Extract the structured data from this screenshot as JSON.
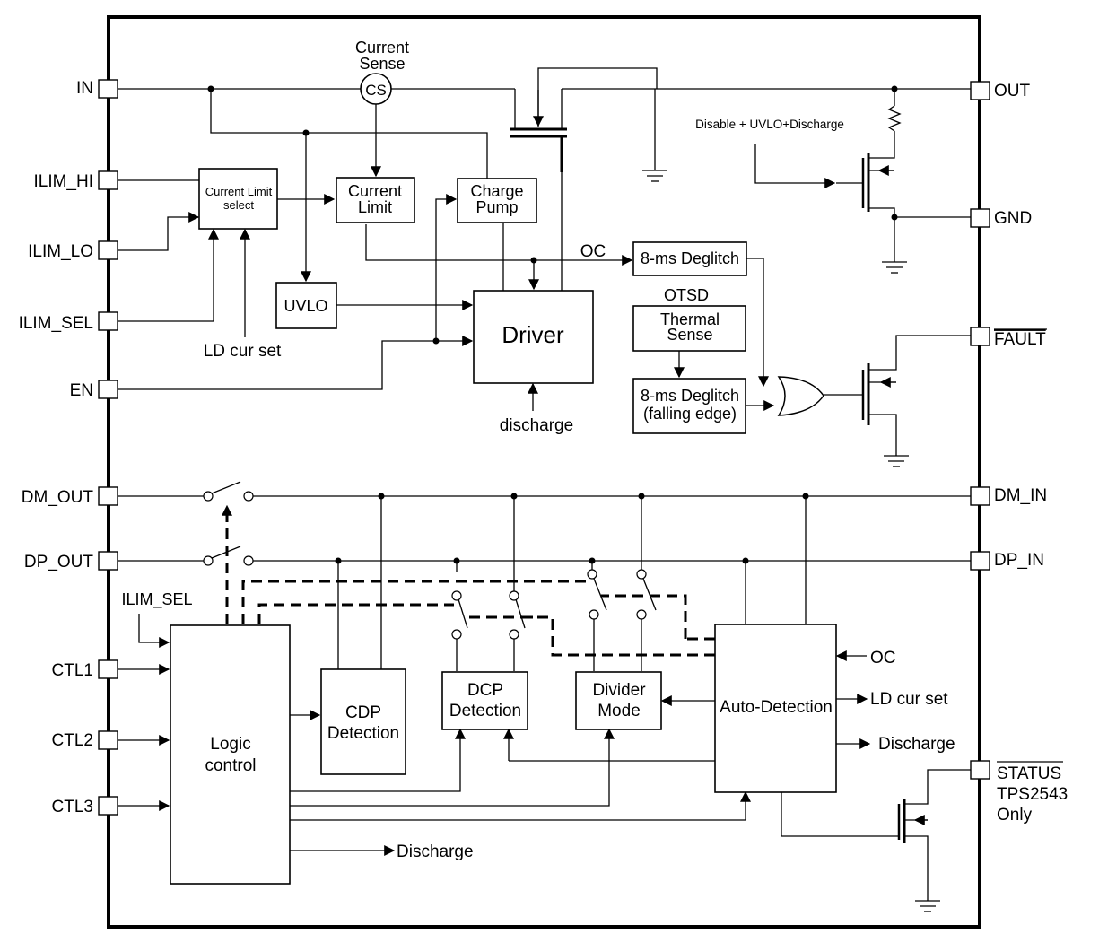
{
  "pins": {
    "in": "IN",
    "ilim_hi": "ILIM_HI",
    "ilim_lo": "ILIM_LO",
    "ilim_sel": "ILIM_SEL",
    "en": "EN",
    "dm_out": "DM_OUT",
    "dp_out": "DP_OUT",
    "ctl1": "CTL1",
    "ctl2": "CTL2",
    "ctl3": "CTL3",
    "out": "OUT",
    "gnd": "GND",
    "fault": "FAULT",
    "dm_in": "DM_IN",
    "dp_in": "DP_IN",
    "status": "STATUS"
  },
  "blocks": {
    "current_sense_line1": "Current",
    "current_sense_line2": "Sense",
    "cs": "CS",
    "current_limit_select_line1": "Current Limit",
    "current_limit_select_line2": "select",
    "current_limit_line1": "Current",
    "current_limit_line2": "Limit",
    "charge_pump_line1": "Charge",
    "charge_pump_line2": "Pump",
    "uvlo": "UVLO",
    "driver": "Driver",
    "deglitch_oc": "8-ms Deglitch",
    "otsd": "OTSD",
    "thermal_sense_line1": "Thermal",
    "thermal_sense_line2": "Sense",
    "deglitch_fall_line1": "8-ms Deglitch",
    "deglitch_fall_line2": "(falling edge)",
    "cdp_line1": "CDP",
    "cdp_line2": "Detection",
    "dcp_line1": "DCP",
    "dcp_line2": "Detection",
    "divider_line1": "Divider",
    "divider_line2": "Mode",
    "auto_detection": "Auto-Detection",
    "logic_line1": "Logic",
    "logic_line2": "control"
  },
  "labels": {
    "oc": "OC",
    "oc_right": "OC",
    "ld_cur_set": "LD cur set",
    "ld_cur_set_right": "LD cur set",
    "discharge_driver": "discharge",
    "discharge_auto": "Discharge",
    "discharge_logic": "Discharge",
    "disable_uvlo": "Disable + UVLO+Discharge",
    "ilim_sel_internal": "ILIM_SEL",
    "tps_line1": "TPS2543",
    "tps_line2": "Only"
  }
}
